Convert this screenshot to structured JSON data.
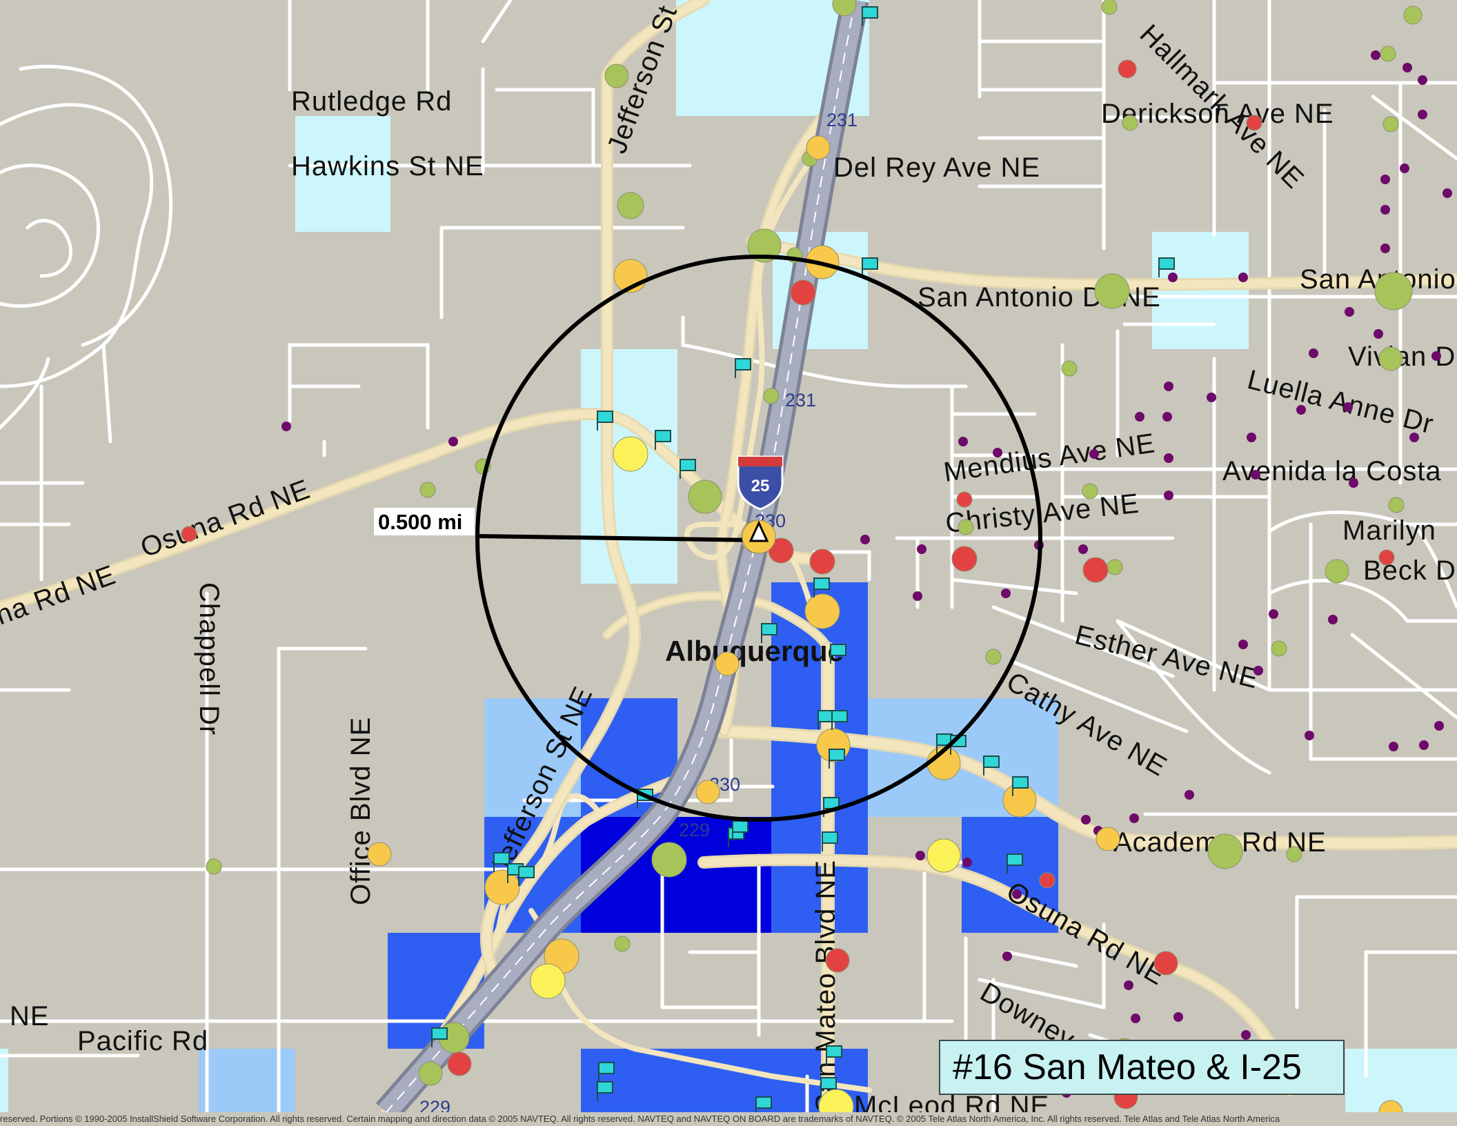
{
  "map": {
    "title": "#16 San Mateo & I-25",
    "city": "Albuquerque",
    "radius_label": "0.500 mi",
    "interstate_shield": "25",
    "colors": {
      "background": "#c9c6bb",
      "road_major": "#f3e5bd",
      "road_minor": "#ffffff",
      "interstate": "#8e93a8",
      "buffer_circle": "#000000",
      "density_lightest": "#ccf6fb",
      "density_light": "#9ccaf8",
      "density_medium": "#2e5ff2",
      "density_dark": "#0000dc",
      "marker_red": "#e34242",
      "marker_orange": "#f7c84a",
      "marker_yellow": "#fbf25a",
      "marker_green": "#a6c45a",
      "marker_purple": "#6d0a6a",
      "marker_flag": "#2fd7d7"
    },
    "street_labels": [
      {
        "text": "Rutledge Rd"
      },
      {
        "text": "Hawkins St NE"
      },
      {
        "text": "Jefferson St NE"
      },
      {
        "text": "Del Rey Ave NE"
      },
      {
        "text": "Hallmark Ave NE"
      },
      {
        "text": "Derickson Ave NE"
      },
      {
        "text": "San Antonio Dr NE"
      },
      {
        "text": "San Antonio"
      },
      {
        "text": "Vivian Dr"
      },
      {
        "text": "Luella Anne Dr"
      },
      {
        "text": "Mendius Ave NE"
      },
      {
        "text": "Avenida la Costa"
      },
      {
        "text": "Christy Ave NE"
      },
      {
        "text": "Marilyn"
      },
      {
        "text": "Beck D"
      },
      {
        "text": "Osuna Rd NE"
      },
      {
        "text": "na Rd NE"
      },
      {
        "text": "Chappell Dr"
      },
      {
        "text": "Office Blvd NE"
      },
      {
        "text": "Jefferson St NE"
      },
      {
        "text": "Esther Ave NE"
      },
      {
        "text": "Cathy Ave NE"
      },
      {
        "text": "Academy Rd NE"
      },
      {
        "text": "Osuna Rd NE"
      },
      {
        "text": "San Mateo Blvd NE"
      },
      {
        "text": "Downey St NE"
      },
      {
        "text": "McLeod Rd NE"
      },
      {
        "text": "NE"
      },
      {
        "text": "Pacific Rd"
      }
    ],
    "exit_labels": [
      "231",
      "231",
      "230",
      "230",
      "229",
      "229"
    ],
    "copyright": "reserved. Portions © 1990-2005 InstallShield Software Corporation. All rights reserved. Certain mapping and direction data © 2005 NAVTEQ. All rights reserved. NAVTEQ and NAVTEQ ON BOARD are trademarks of NAVTEQ. © 2005 Tele Atlas North America, Inc. All rights reserved. Tele Atlas and Tele Atlas North America"
  }
}
